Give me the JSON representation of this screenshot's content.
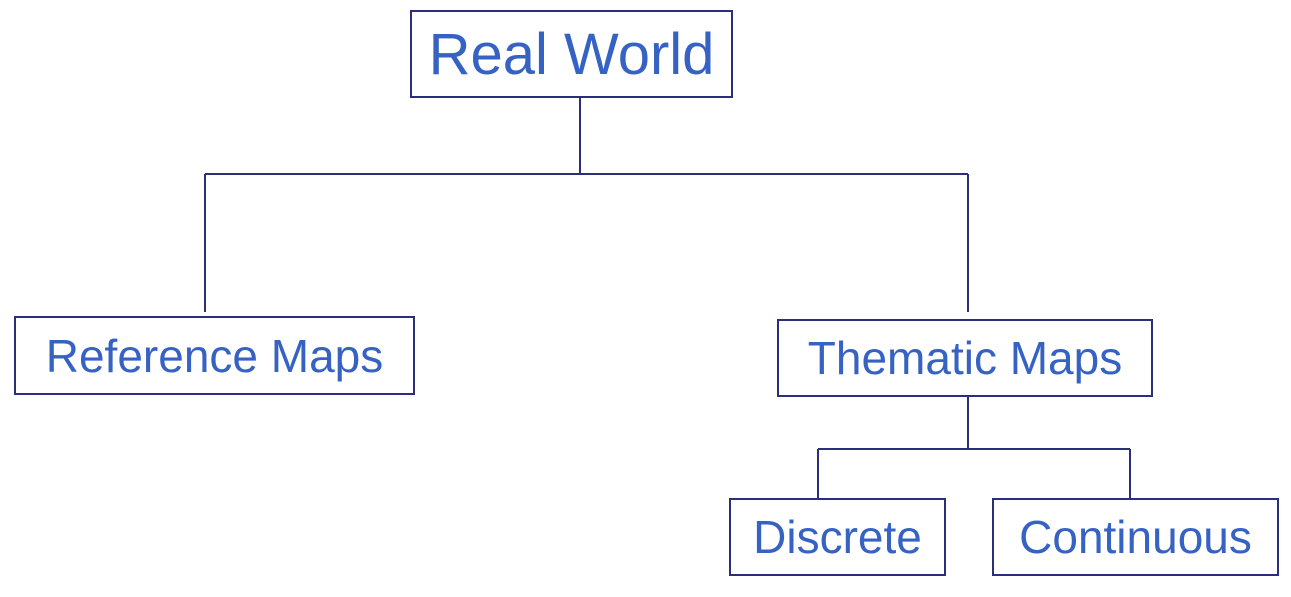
{
  "colors": {
    "text": "#3663c3",
    "border": "#2b2e7a",
    "connector": "#2b2e7a",
    "background": "#ffffff"
  },
  "nodes": {
    "real_world": "Real World",
    "reference_maps": "Reference Maps",
    "thematic_maps": "Thematic Maps",
    "discrete": "Discrete",
    "continuous": "Continuous"
  },
  "edges": [
    {
      "from": "Real World",
      "to": "Reference Maps"
    },
    {
      "from": "Real World",
      "to": "Thematic Maps"
    },
    {
      "from": "Thematic Maps",
      "to": "Discrete"
    },
    {
      "from": "Thematic Maps",
      "to": "Continuous"
    }
  ]
}
